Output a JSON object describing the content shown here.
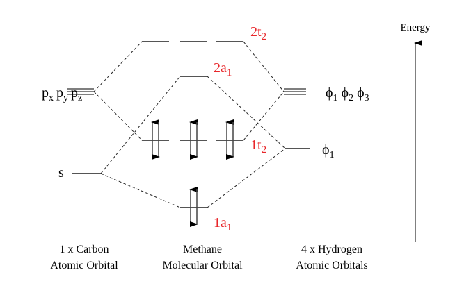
{
  "labels": {
    "left_p": {
      "base": "p",
      "subs": [
        "x",
        "y",
        "z"
      ]
    },
    "left_s": "s",
    "right_top": {
      "base": "ϕ",
      "subs": [
        "1",
        "2",
        "3"
      ]
    },
    "right_bottom": {
      "base": "ϕ",
      "sub": "1"
    },
    "mo_2t2": {
      "num": "2t",
      "sub": "2"
    },
    "mo_2a1": {
      "num": "2a",
      "sub": "1"
    },
    "mo_1t2": {
      "num": "1t",
      "sub": "2"
    },
    "mo_1a1": {
      "num": "1a",
      "sub": "1"
    }
  },
  "energy_label": "Energy",
  "captions": {
    "carbon": [
      "1 x Carbon",
      "Atomic Orbital"
    ],
    "methane": [
      "Methane",
      "Molecular Orbital"
    ],
    "hydrogen": [
      "4 x Hydrogen",
      "Atomic Orbitals"
    ]
  },
  "colors": {
    "mo_label": "#e8262a"
  }
}
